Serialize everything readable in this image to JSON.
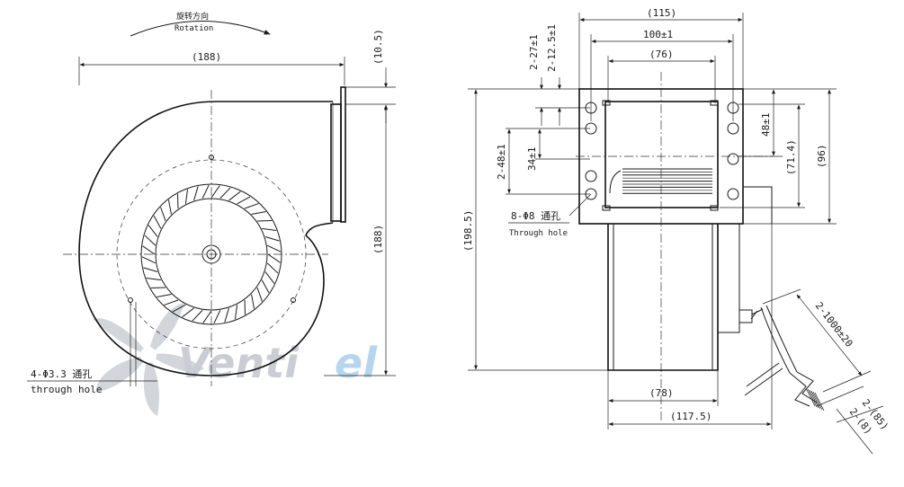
{
  "left_view": {
    "rotation_cn": "旋转方向",
    "rotation_en": "Rotation",
    "dim_width": "(188)",
    "dim_height": "(188)",
    "dim_flange": "(10.5)",
    "hole_note_cn": "4-Φ3.3 通孔",
    "hole_note_en": "through hole"
  },
  "right_view": {
    "dim_overall_width": "(115)",
    "dim_hole_pitch": "100±1",
    "dim_inner_width": "(76)",
    "dim_2_27": "2-27±1",
    "dim_2_12_5": "2-12.5±1",
    "dim_48": "48±1",
    "dim_71_4": "(71.4)",
    "dim_96": "(96)",
    "dim_198_5": "(198.5)",
    "dim_2_48": "2-48±1",
    "dim_34": "34±1",
    "hole_note_cn": "8-Φ8 通孔",
    "hole_note_en": "Through hole",
    "dim_78": "(78)",
    "dim_117_5": "(117.5)",
    "dim_cable": "2-1000±20",
    "dim_85": "2-(85)",
    "dim_8": "2-(8)"
  },
  "watermark": {
    "text_a": "Venti",
    "text_b": "el",
    "colors": {
      "gray": "#b9bec6",
      "blue": "#9ec9ec"
    }
  }
}
